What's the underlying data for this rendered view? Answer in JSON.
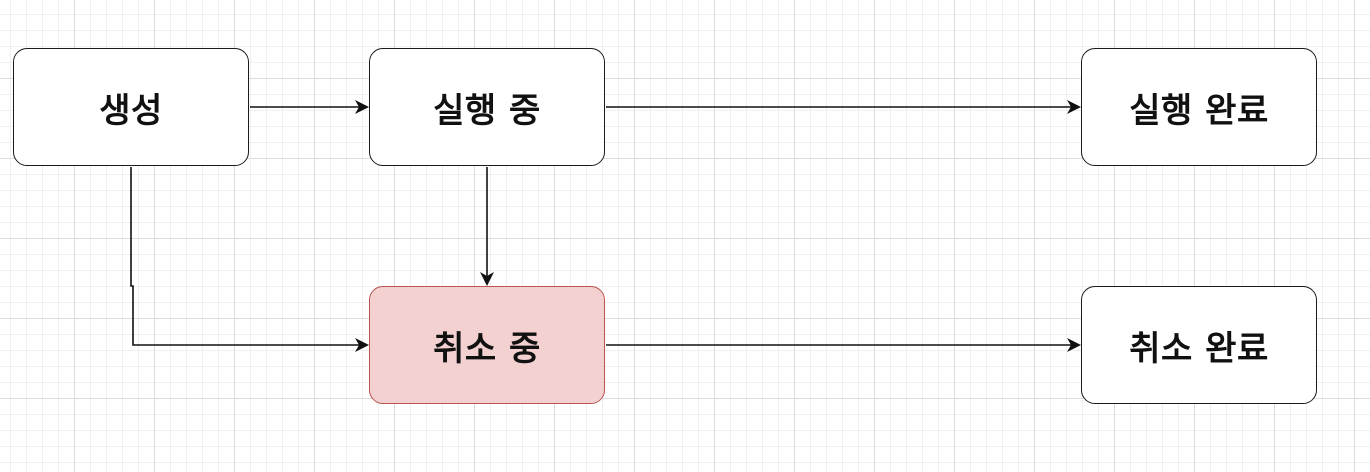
{
  "colors": {
    "node_fill": "#ffffff",
    "node_border": "#1a1a1a",
    "highlight_fill": "#f3d1d0",
    "highlight_border": "#b85450",
    "edge": "#111111"
  },
  "nodes": {
    "created": {
      "label": "생성"
    },
    "running": {
      "label": "실행 중"
    },
    "completed": {
      "label": "실행 완료"
    },
    "cancelling": {
      "label": "취소 중"
    },
    "cancelled": {
      "label": "취소 완료"
    }
  },
  "edges": [
    {
      "from": "생성",
      "to": "실행 중"
    },
    {
      "from": "실행 중",
      "to": "실행 완료"
    },
    {
      "from": "실행 중",
      "to": "취소 중"
    },
    {
      "from": "생성",
      "to": "취소 중"
    },
    {
      "from": "취소 중",
      "to": "취소 완료"
    }
  ]
}
